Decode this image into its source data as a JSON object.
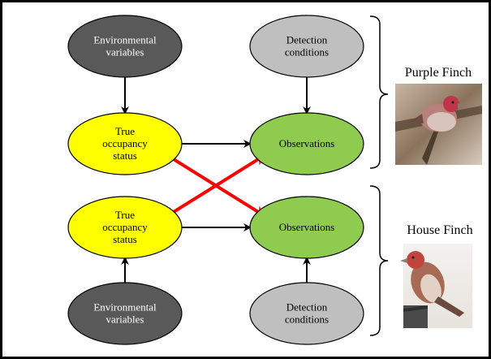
{
  "colors": {
    "environmental_fill": "#595959",
    "detection_fill": "#bfbfbf",
    "occupancy_fill": "#ffff00",
    "observation_fill": "#8fcb4f",
    "edge_black": "#000000",
    "edge_red": "#ff0000",
    "frame": "#000000"
  },
  "nodes": {
    "env_top": {
      "lines": [
        "Environmental",
        "variables"
      ]
    },
    "det_top": {
      "lines": [
        "Detection",
        "conditions"
      ]
    },
    "occ_top": {
      "lines": [
        "True",
        "occupancy",
        "status"
      ]
    },
    "obs_top": {
      "lines": [
        "Observations"
      ]
    },
    "occ_bottom": {
      "lines": [
        "True",
        "occupancy",
        "status"
      ]
    },
    "obs_bottom": {
      "lines": [
        "Observations"
      ]
    },
    "env_bottom": {
      "lines": [
        "Environmental",
        "variables"
      ]
    },
    "det_bottom": {
      "lines": [
        "Detection",
        "conditions"
      ]
    }
  },
  "edges": [
    {
      "from": "env_top",
      "to": "occ_top",
      "color": "black"
    },
    {
      "from": "det_top",
      "to": "obs_top",
      "color": "black"
    },
    {
      "from": "occ_top",
      "to": "obs_top",
      "color": "black"
    },
    {
      "from": "occ_bottom",
      "to": "obs_bottom",
      "color": "black"
    },
    {
      "from": "env_bottom",
      "to": "occ_bottom",
      "color": "black"
    },
    {
      "from": "det_bottom",
      "to": "obs_bottom",
      "color": "black"
    },
    {
      "from": "occ_top",
      "to": "obs_bottom",
      "color": "red"
    },
    {
      "from": "occ_bottom",
      "to": "obs_top",
      "color": "red"
    }
  ],
  "species": {
    "top": {
      "label": "Purple Finch",
      "photo": "purple-finch-photo"
    },
    "bottom": {
      "label": "House Finch",
      "photo": "house-finch-photo"
    }
  }
}
